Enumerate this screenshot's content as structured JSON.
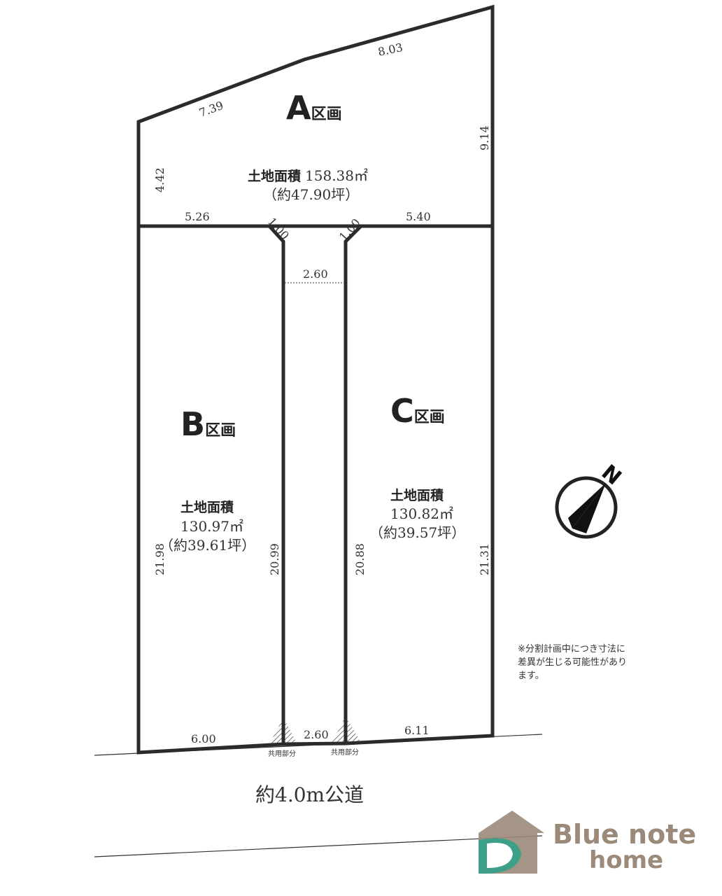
{
  "lots": {
    "a": {
      "letter": "A",
      "suffix": "区画",
      "area_label": "土地面積",
      "area_m2": "158.38㎡",
      "area_tsubo": "（約47.90坪）"
    },
    "b": {
      "letter": "B",
      "suffix": "区画",
      "area_label": "土地面積",
      "area_m2": "130.97㎡",
      "area_tsubo": "（約39.61坪）"
    },
    "c": {
      "letter": "C",
      "suffix": "区画",
      "area_label": "土地面積",
      "area_m2": "130.82㎡",
      "area_tsubo": "（約39.57坪）"
    }
  },
  "dims": {
    "a_top_left": "7.39",
    "a_top_right": "8.03",
    "a_right": "9.14",
    "a_left": "4.42",
    "a_bottom_left": "5.26",
    "a_bottom_right": "5.40",
    "chamfer_left": "1.00",
    "chamfer_right": "1.00",
    "passage_top": "2.60",
    "passage_bottom": "2.60",
    "b_left": "21.98",
    "b_right": "20.99",
    "c_left": "20.88",
    "c_right": "21.31",
    "b_bottom": "6.00",
    "c_bottom": "6.11"
  },
  "shared_label_left": "共用部分",
  "shared_label_right": "共用部分",
  "compass_letter": "N",
  "note_lines": [
    "※分割計画中につき寸法に",
    "差異が生じる可能性があり",
    "ます。"
  ],
  "road_label": "約4.0m公道",
  "logo": {
    "line1": "Blue note",
    "line2": "home"
  },
  "colors": {
    "line": "#2b2b2b",
    "logo_brown": "#9b8a7a",
    "logo_green": "#3fa08a"
  }
}
